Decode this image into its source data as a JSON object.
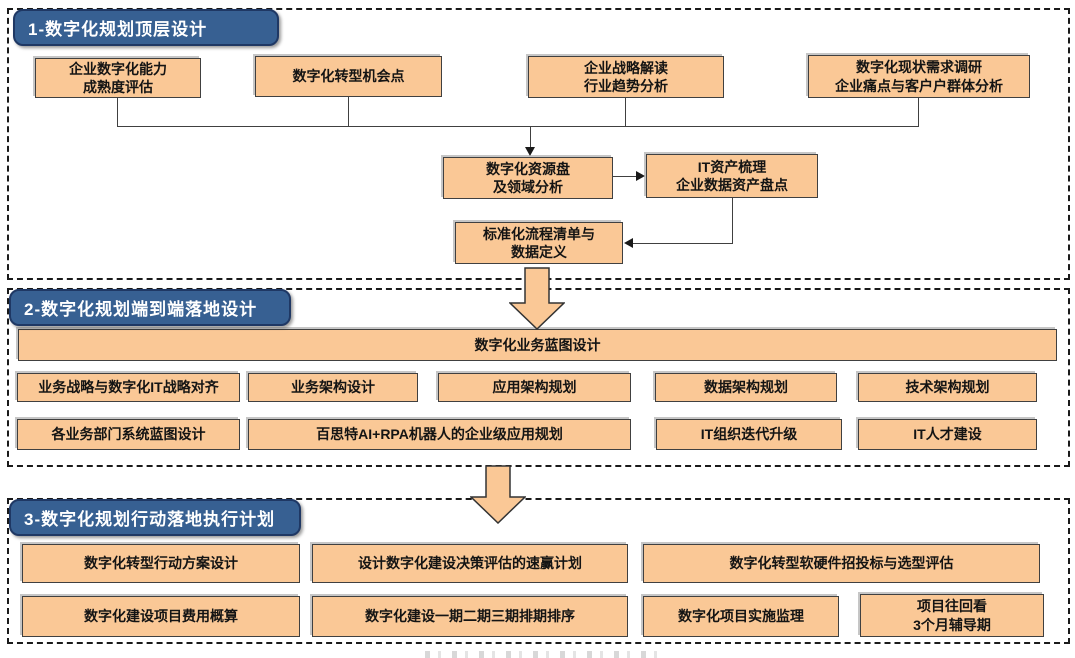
{
  "palette": {
    "box_fill": "#FAC896",
    "box_border": "#404040",
    "section_header_fill": "#376092",
    "section_header_border": "#1F3864",
    "section_header_text": "#FFFFFF",
    "connector": "#404040",
    "section_border": "#1A1A1A",
    "background": "#FFFFFF"
  },
  "sections": {
    "s1": {
      "title": "1-数字化规划顶层设计",
      "top_boxes": [
        "企业数字化能力\n成熟度评估",
        "数字化转型机会点",
        "企业战略解读\n行业趋势分析",
        "数字化现状需求调研\n企业痛点与客户户群体分析"
      ],
      "mid_boxes": [
        "数字化资源盘\n及领域分析",
        "IT资产梳理\n企业数据资产盘点",
        "标准化流程清单与\n数据定义"
      ]
    },
    "s2": {
      "title": "2-数字化规划端到端落地设计",
      "blueprint": "数字化业务蓝图设计",
      "row1": [
        "业务战略与数字化IT战略对齐",
        "业务架构设计",
        "应用架构规划",
        "数据架构规划",
        "技术架构规划"
      ],
      "row2": [
        "各业务部门系统蓝图设计",
        "百思特AI+RPA机器人的企业级应用规划",
        "IT组织迭代升级",
        "IT人才建设"
      ]
    },
    "s3": {
      "title": "3-数字化规划行动落地执行计划",
      "row1": [
        "数字化转型行动方案设计",
        "设计数字化建设决策评估的速赢计划",
        "数字化转型软硬件招投标与选型评估"
      ],
      "row2": [
        "数字化建设项目费用概算",
        "数字化建设一期二期三期排期排序",
        "数字化项目实施监理",
        "项目往回看\n3个月辅导期"
      ]
    }
  }
}
